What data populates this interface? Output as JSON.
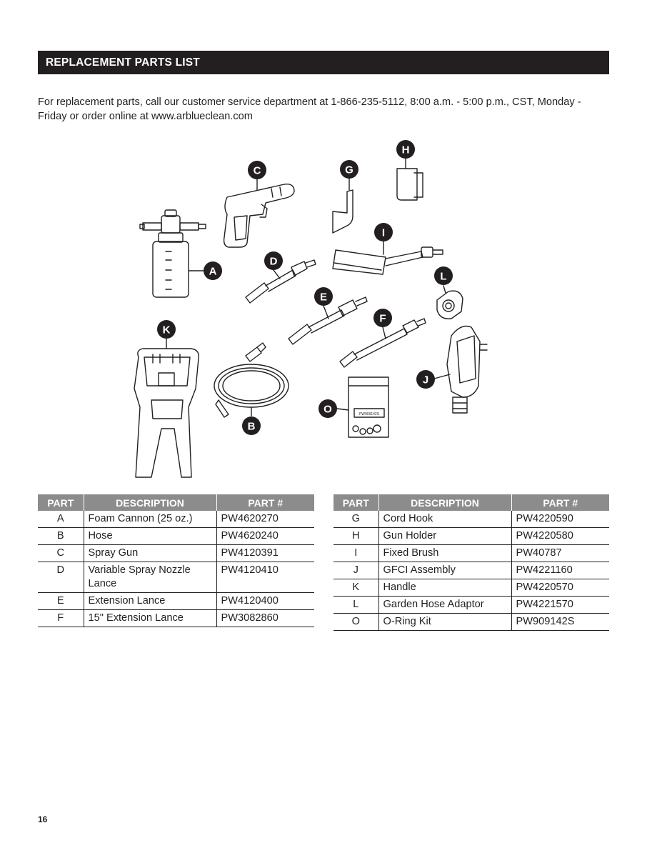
{
  "section_title": "REPLACEMENT PARTS LIST",
  "intro_text": "For replacement parts, call our customer service department at 1-866-235-5112, 8:00 a.m. - 5:00 p.m., CST, Monday - Friday or order online at www.arblueclean.com",
  "diagram": {
    "callouts": [
      "A",
      "B",
      "C",
      "D",
      "E",
      "F",
      "G",
      "H",
      "I",
      "J",
      "K",
      "L",
      "O"
    ],
    "kit_label": "PW909142S"
  },
  "table_headers": {
    "part": "PART",
    "description": "DESCRIPTION",
    "part_number": "PART #"
  },
  "table_left": [
    {
      "part": "A",
      "description": "Foam Cannon (25 oz.)",
      "part_number": "PW4620270"
    },
    {
      "part": "B",
      "description": "Hose",
      "part_number": "PW4620240"
    },
    {
      "part": "C",
      "description": "Spray Gun",
      "part_number": "PW4120391"
    },
    {
      "part": "D",
      "description": "Variable Spray Nozzle Lance",
      "part_number": "PW4120410"
    },
    {
      "part": "E",
      "description": "Extension Lance",
      "part_number": "PW4120400"
    },
    {
      "part": "F",
      "description": "15\" Extension Lance",
      "part_number": "PW3082860"
    }
  ],
  "table_right": [
    {
      "part": "G",
      "description": "Cord Hook",
      "part_number": "PW4220590"
    },
    {
      "part": "H",
      "description": "Gun Holder",
      "part_number": "PW4220580"
    },
    {
      "part": "I",
      "description": "Fixed Brush",
      "part_number": "PW40787"
    },
    {
      "part": "J",
      "description": "GFCI Assembly",
      "part_number": "PW4221160"
    },
    {
      "part": "K",
      "description": "Handle",
      "part_number": "PW4220570"
    },
    {
      "part": "L",
      "description": "Garden Hose Adaptor",
      "part_number": "PW4221570"
    },
    {
      "part": "O",
      "description": "O-Ring Kit",
      "part_number": "PW909142S"
    }
  ],
  "page_number": "16"
}
